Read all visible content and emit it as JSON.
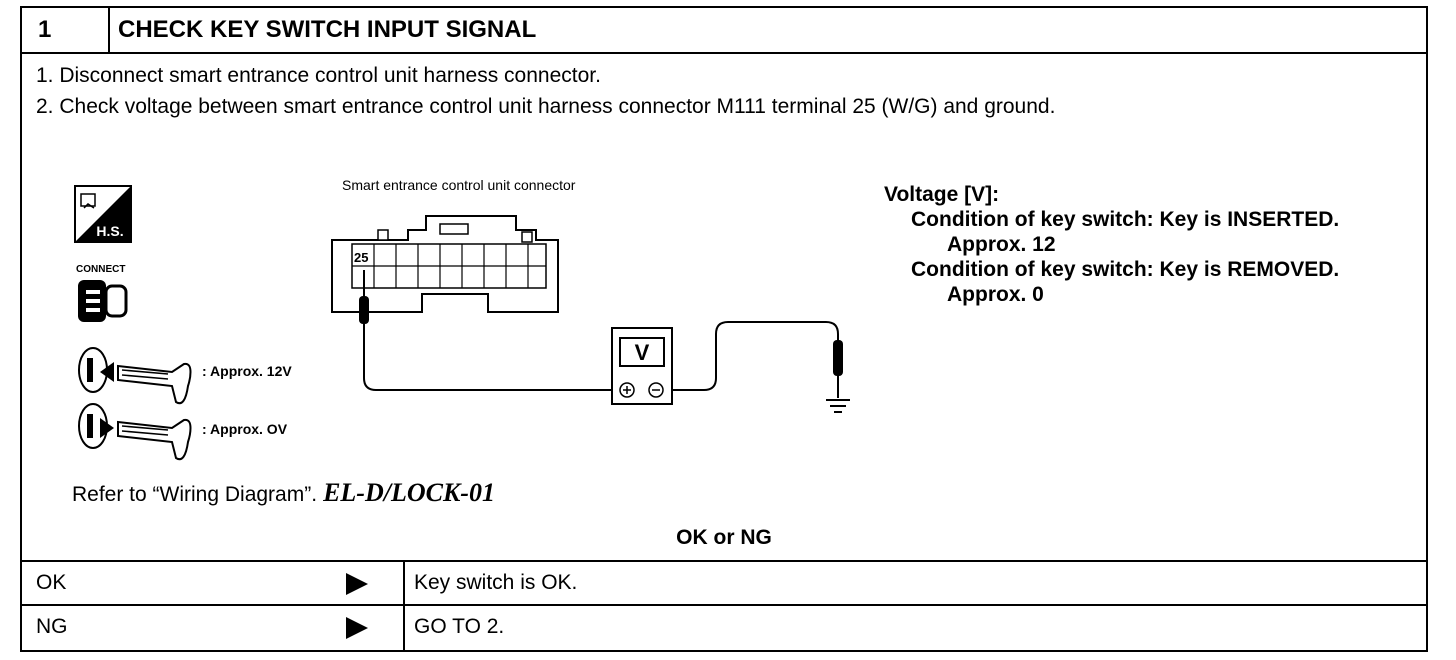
{
  "header": {
    "step_number": "1",
    "title": "CHECK KEY SWITCH INPUT SIGNAL"
  },
  "steps": [
    "1. Disconnect smart entrance control unit harness connector.",
    "2. Check voltage between smart entrance control unit harness connector M111 terminal 25 (W/G) and ground."
  ],
  "diagram": {
    "connector_title": "Smart entrance control unit connector",
    "terminal_label": "25",
    "meter_label": "V",
    "hs_label": "H.S.",
    "connect_label": "CONNECT",
    "key_inserted_value": ": Approx. 12V",
    "key_removed_value": ": Approx. OV",
    "icons": [
      "hs-icon",
      "connect-icon",
      "key-inserted-icon",
      "key-removed-icon",
      "voltmeter-icon",
      "ground-icon"
    ]
  },
  "voltage": {
    "heading": "Voltage [V]:",
    "cond1": "Condition of key switch: Key is INSERTED.",
    "val1": "Approx. 12",
    "cond2": "Condition of key switch:  Key is REMOVED.",
    "val2": "Approx. 0"
  },
  "refer": {
    "text": "Refer to “Wiring Diagram”.",
    "code": "EL-D/LOCK-01"
  },
  "ok_ng_label": "OK or NG",
  "results": [
    {
      "result": "OK",
      "action": "Key switch is OK."
    },
    {
      "result": "NG",
      "action": "GO TO 2."
    }
  ]
}
